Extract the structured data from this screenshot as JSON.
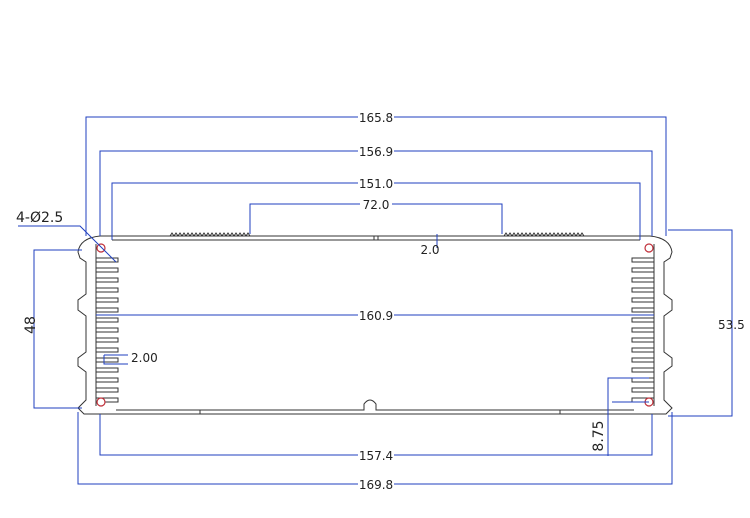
{
  "dimensions": {
    "overall_top": "165.8",
    "inner_top": "156.9",
    "hole_span_top": "151.0",
    "center_groove": "72.0",
    "wall_thickness": "2.0",
    "inner_width": "160.9",
    "fin_gap": "2.00",
    "hole_spec": "4-Ø2.5",
    "height_left": "48",
    "height_right": "53.5",
    "hole_offset": "8.75",
    "inner_bottom": "157.4",
    "overall_bottom": "169.8"
  },
  "colors": {
    "dimension_line": "#1f3fbf",
    "outline": "#333333",
    "hole": "#c0303a"
  }
}
